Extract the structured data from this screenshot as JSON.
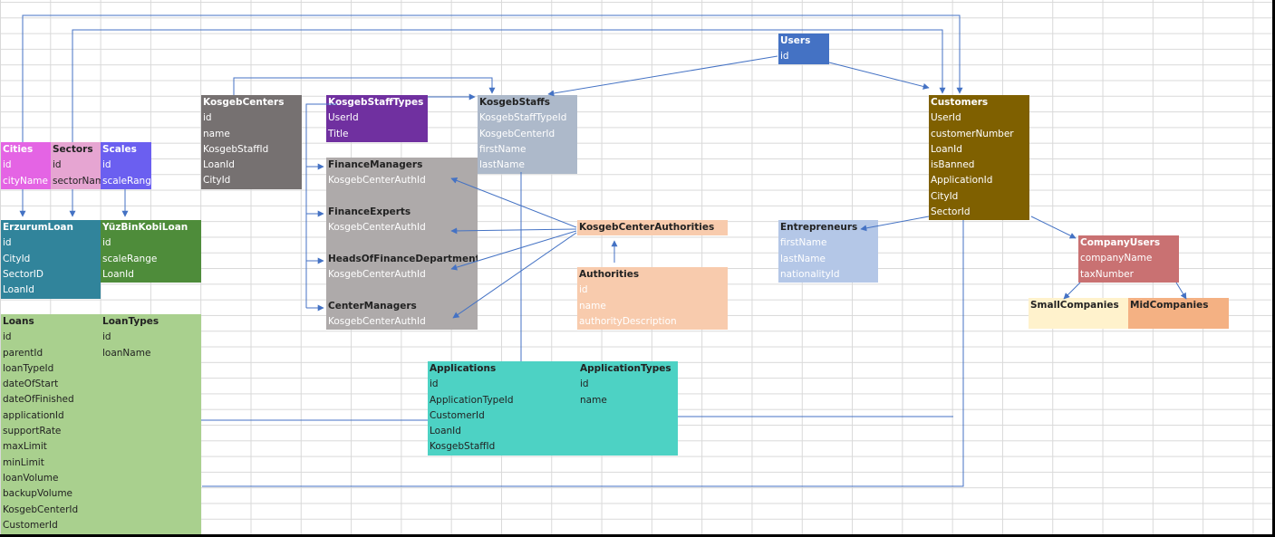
{
  "tables": {
    "users": {
      "title": "Users",
      "fields": [
        "id"
      ],
      "color": "#4472C4"
    },
    "customers": {
      "title": "Customers",
      "fields": [
        "UserId",
        "customerNumber",
        "LoanId",
        "isBanned",
        "ApplicationId",
        "CityId",
        "SectorId"
      ],
      "color": "#7F6000"
    },
    "cities": {
      "title": "Cities",
      "fields": [
        "id",
        "cityName"
      ],
      "color": "#E464E4"
    },
    "sectors": {
      "title": "Sectors",
      "fields": [
        "id",
        "sectorName"
      ],
      "color": "#E6A5D2"
    },
    "scales": {
      "title": "Scales",
      "fields": [
        "id",
        "scaleRange"
      ],
      "color": "#6B5FF0"
    },
    "kosgeb_centers": {
      "title": "KosgebCenters",
      "fields": [
        "id",
        "name",
        "KosgebStaffId",
        "LoanId",
        "CityId"
      ],
      "color": "#767171"
    },
    "kosgeb_staff_types": {
      "title": "KosgebStaffTypes",
      "fields": [
        "UserId",
        "Title"
      ],
      "color": "#7030A0"
    },
    "kosgeb_staffs": {
      "title": "KosgebStaffs",
      "fields": [
        "KosgebStaffTypeId",
        "KosgebCenterId",
        "firstName",
        "lastName"
      ],
      "color": "#ADB9CA"
    },
    "finance_managers": {
      "title": "FinanceManagers",
      "fields": [
        "KosgebCenterAuthId"
      ]
    },
    "finance_experts": {
      "title": "FinanceExperts",
      "fields": [
        "KosgebCenterAuthId"
      ]
    },
    "heads_of_finance": {
      "title": "HeadsOfFinanceDepartment",
      "fields": [
        "KosgebCenterAuthId"
      ]
    },
    "center_managers": {
      "title": "CenterManagers",
      "fields": [
        "KosgebCenterAuthId"
      ]
    },
    "kosgeb_center_authorities": {
      "title": "KosgebCenterAuthorities",
      "fields": [],
      "color": "#F8CBAD"
    },
    "authorities": {
      "title": "Authorities",
      "fields": [
        "id",
        "name",
        "authorityDescription"
      ],
      "color": "#F8CBAD"
    },
    "entrepreneurs": {
      "title": "Entrepreneurs",
      "fields": [
        "firstName",
        "lastName",
        "nationalityId"
      ],
      "color": "#B4C7E7"
    },
    "company_users": {
      "title": "CompanyUsers",
      "fields": [
        "companyName",
        "taxNumber"
      ],
      "color": "#C97172"
    },
    "small_companies": {
      "title": "SmallCompanies",
      "fields": [],
      "color": "#FFF2CC"
    },
    "mid_companies": {
      "title": "MidCompanies",
      "fields": [],
      "color": "#F4B183"
    },
    "erzurum_loan": {
      "title": "ErzurumLoan",
      "fields": [
        "id",
        "CityId",
        "SectorID",
        "LoanId"
      ],
      "color": "#31849B"
    },
    "yuzbin_kobi_loan": {
      "title": "YüzBinKobiLoan",
      "fields": [
        "id",
        "scaleRange",
        "LoanId"
      ],
      "color": "#4E8C3A"
    },
    "loans": {
      "title": "Loans",
      "fields": [
        "id",
        "parentId",
        "loanTypeId",
        "dateOfStart",
        "dateOfFinished",
        "applicationId",
        "supportRate",
        "maxLimit",
        "minLimit",
        "loanVolume",
        "backupVolume",
        "KosgebCenterId",
        "CustomerId"
      ],
      "color": "#A9D08E"
    },
    "loan_types": {
      "title": "LoanTypes",
      "fields": [
        "id",
        "loanName"
      ]
    },
    "applications": {
      "title": "Applications",
      "fields": [
        "id",
        "ApplicationTypeId",
        "CustomerId",
        "LoanId",
        "KosgebStaffId"
      ],
      "color": "#4DD2C4"
    },
    "application_types": {
      "title": "ApplicationTypes",
      "fields": [
        "id",
        "name"
      ]
    }
  },
  "colors": {
    "arrow": "#4472C4",
    "authority_group_bg": "#AEAAAA",
    "grid": "#D9D9D9"
  }
}
